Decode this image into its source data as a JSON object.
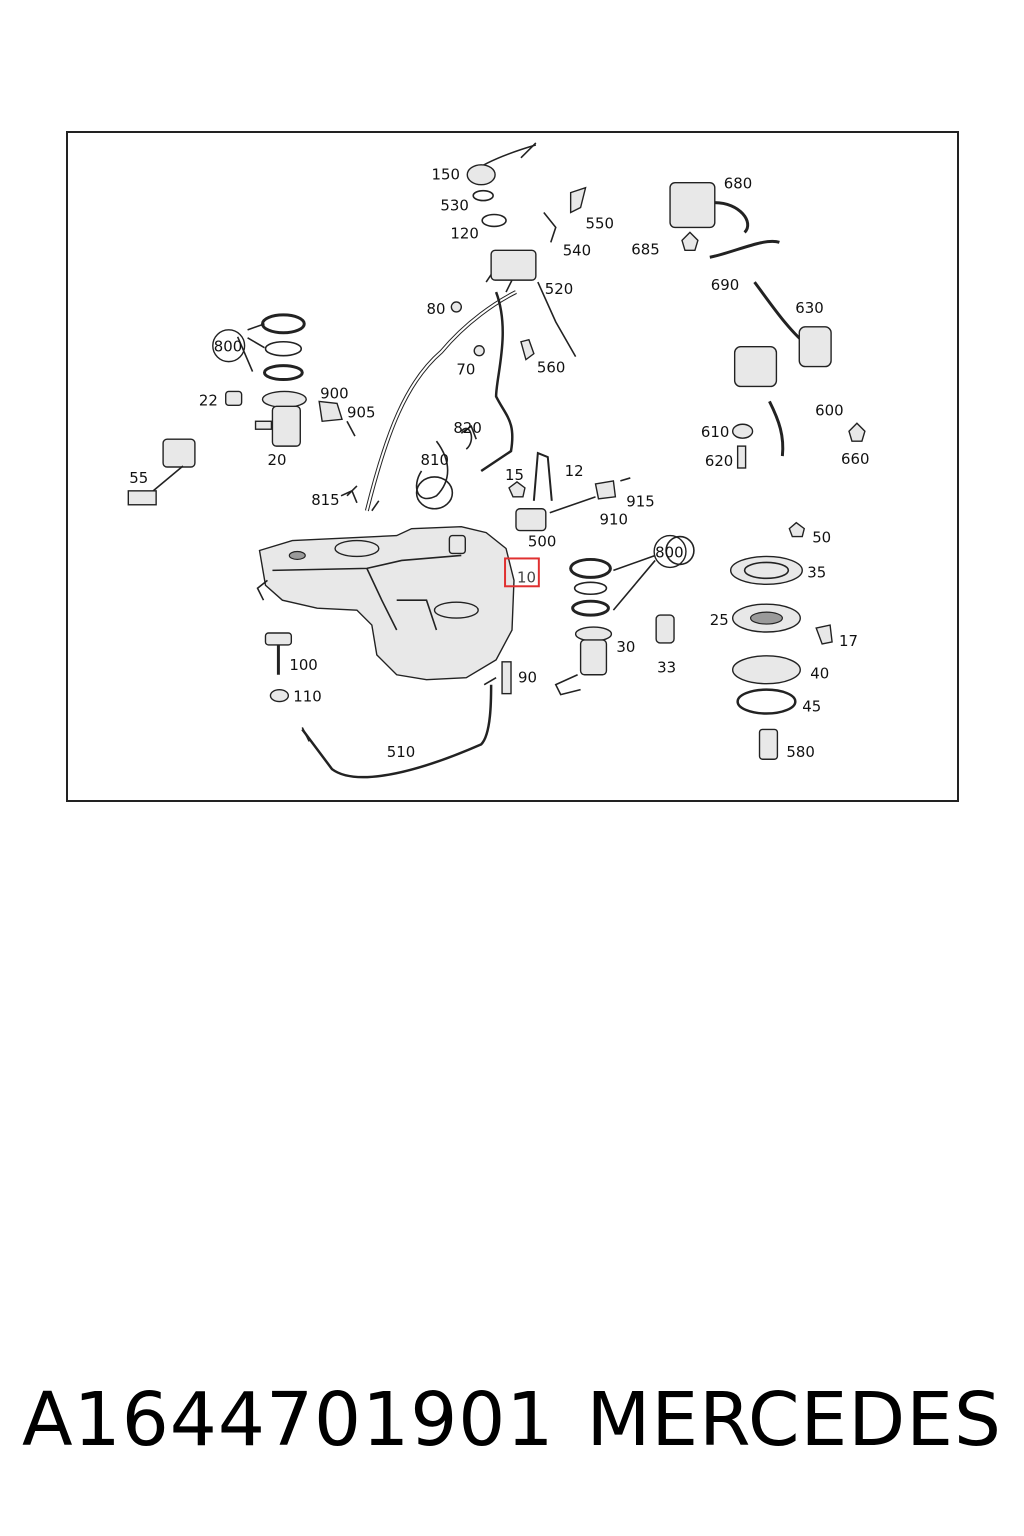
{
  "diagram": {
    "highlighted_part": "10",
    "part_numbers": {
      "p150": "150",
      "p530": "530",
      "p120": "120",
      "p550": "550",
      "p540": "540",
      "p520": "520",
      "p80": "80",
      "p70": "70",
      "p560": "560",
      "p680": "680",
      "p685": "685",
      "p690": "690",
      "p630": "630",
      "p600": "600",
      "p610": "610",
      "p620": "620",
      "p660": "660",
      "p800a": "800",
      "p22": "22",
      "p900": "900",
      "p905": "905",
      "p20": "20",
      "p55": "55",
      "p820": "820",
      "p810": "810",
      "p815": "815",
      "p15": "15",
      "p12": "12",
      "p915": "915",
      "p910": "910",
      "p500": "500",
      "p10": "10",
      "p800b": "800",
      "p30": "30",
      "p33": "33",
      "p50": "50",
      "p35": "35",
      "p25": "25",
      "p17": "17",
      "p40": "40",
      "p45": "45",
      "p580": "580",
      "p100": "100",
      "p110": "110",
      "p90": "90",
      "p510": "510"
    }
  },
  "caption": {
    "part_number": "A1644701901",
    "brand": "MERCEDES"
  }
}
